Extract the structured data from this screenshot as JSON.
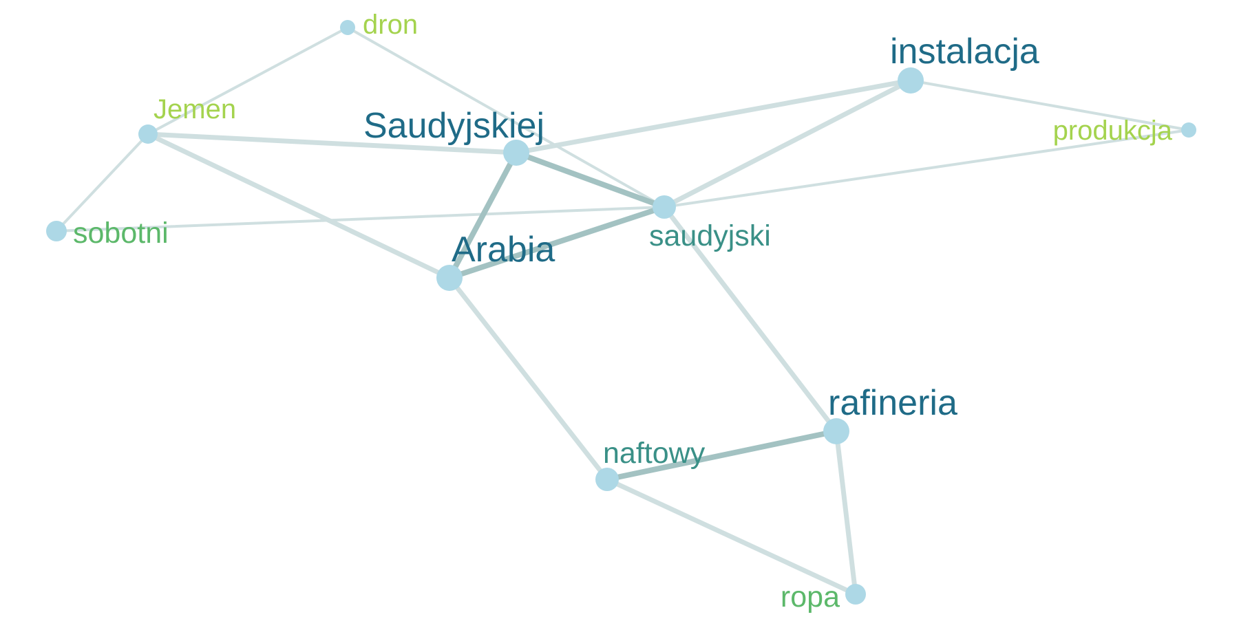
{
  "colors": {
    "background": "#ffffff",
    "node_fill": "#add8e6",
    "edge_light": "#cfdfe0",
    "edge_dark": "#a3c2c2",
    "label_dark": "#1f6b87",
    "label_mid": "#3a9087",
    "label_green": "#5cb86a",
    "label_lime": "#a4d34e"
  },
  "nodes": [
    {
      "id": "dron",
      "label": "dron",
      "color_key": "label_lime",
      "size": "small"
    },
    {
      "id": "jemen",
      "label": "Jemen",
      "color_key": "label_lime",
      "size": "small"
    },
    {
      "id": "saudyjskiej",
      "label": "Saudyjskiej",
      "color_key": "label_dark",
      "size": "large"
    },
    {
      "id": "instalacja",
      "label": "instalacja",
      "color_key": "label_dark",
      "size": "large"
    },
    {
      "id": "produkcja",
      "label": "produkcja",
      "color_key": "label_lime",
      "size": "small"
    },
    {
      "id": "sobotni",
      "label": "sobotni",
      "color_key": "label_green",
      "size": "medium"
    },
    {
      "id": "saudyjski",
      "label": "saudyjski",
      "color_key": "label_mid",
      "size": "medium"
    },
    {
      "id": "arabia",
      "label": "Arabia",
      "color_key": "label_dark",
      "size": "large"
    },
    {
      "id": "rafineria",
      "label": "rafineria",
      "color_key": "label_dark",
      "size": "large"
    },
    {
      "id": "naftowy",
      "label": "naftowy",
      "color_key": "label_mid",
      "size": "medium"
    },
    {
      "id": "ropa",
      "label": "ropa",
      "color_key": "label_green",
      "size": "medium"
    }
  ],
  "edges": [
    {
      "source": "dron",
      "target": "jemen",
      "weight": 1
    },
    {
      "source": "dron",
      "target": "saudyjski",
      "weight": 1
    },
    {
      "source": "jemen",
      "target": "saudyjskiej",
      "weight": 2
    },
    {
      "source": "jemen",
      "target": "arabia",
      "weight": 2
    },
    {
      "source": "jemen",
      "target": "sobotni",
      "weight": 1
    },
    {
      "source": "sobotni",
      "target": "saudyjski",
      "weight": 1
    },
    {
      "source": "saudyjskiej",
      "target": "instalacja",
      "weight": 2
    },
    {
      "source": "saudyjskiej",
      "target": "saudyjski",
      "weight": 3
    },
    {
      "source": "saudyjskiej",
      "target": "arabia",
      "weight": 3
    },
    {
      "source": "arabia",
      "target": "saudyjski",
      "weight": 3
    },
    {
      "source": "saudyjski",
      "target": "instalacja",
      "weight": 2
    },
    {
      "source": "saudyjski",
      "target": "produkcja",
      "weight": 1
    },
    {
      "source": "instalacja",
      "target": "produkcja",
      "weight": 1
    },
    {
      "source": "saudyjski",
      "target": "rafineria",
      "weight": 2
    },
    {
      "source": "arabia",
      "target": "naftowy",
      "weight": 2
    },
    {
      "source": "naftowy",
      "target": "rafineria",
      "weight": 3
    },
    {
      "source": "naftowy",
      "target": "ropa",
      "weight": 2
    },
    {
      "source": "rafineria",
      "target": "ropa",
      "weight": 2
    }
  ]
}
